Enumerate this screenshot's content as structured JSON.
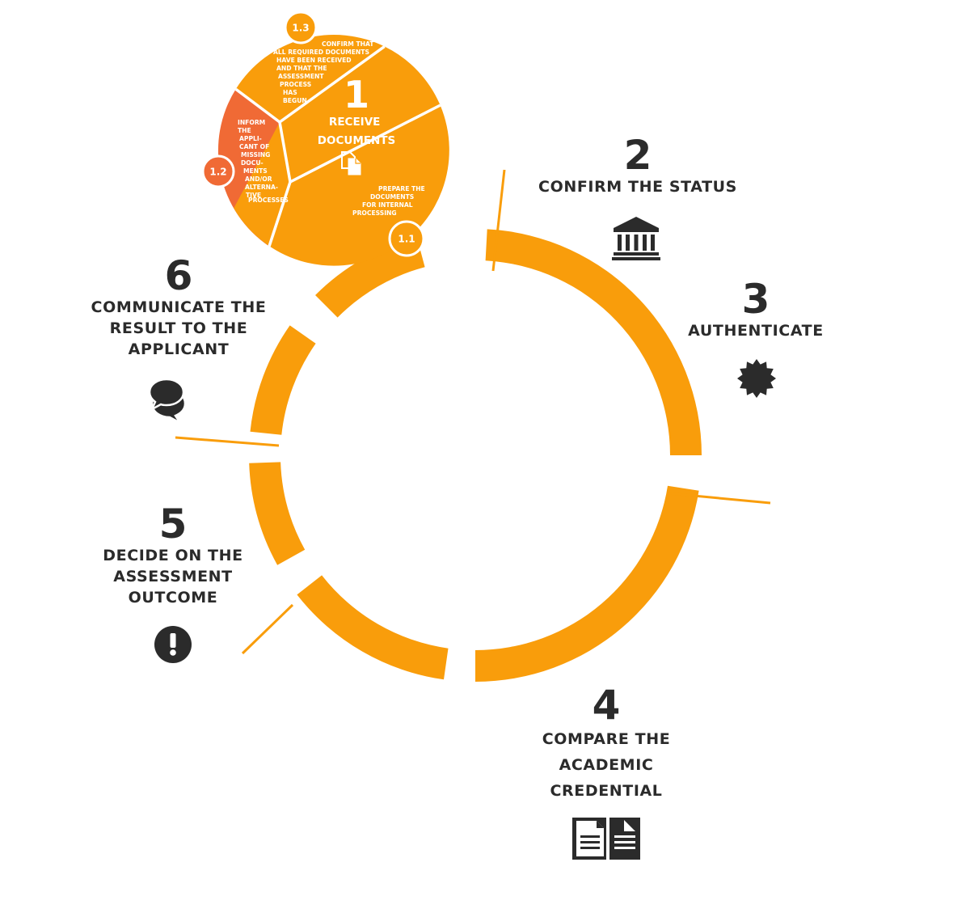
{
  "colors": {
    "orange": "#F99D0B",
    "red_orange": "#F06A35",
    "text_dark": "#2B2B2B",
    "white": "#FFFFFF"
  },
  "step1": {
    "number": "1",
    "title_lines": [
      "RECEIVE",
      "DOCUMENTS"
    ],
    "icon": "documents-icon",
    "sub": {
      "s11": {
        "badge": "1.1",
        "text_lines": [
          "PREPARE THE",
          "DOCUMENTS",
          "FOR INTERNAL",
          "PROCESSING"
        ]
      },
      "s12": {
        "badge": "1.2",
        "text_lines": [
          "INFORM",
          "THE",
          "APPLI-",
          "CANT OF",
          "MISSING",
          "DOCU-",
          "MENTS",
          "AND/OR",
          "ALTERNA-",
          "TIVE",
          "PROCESSES"
        ]
      },
      "s13": {
        "badge": "1.3",
        "text_lines": [
          "CONFIRM THAT",
          "ALL REQUIRED DOCUMENTS",
          "HAVE BEEN RECEIVED",
          "AND THAT THE",
          "ASSESSMENT",
          "PROCESS",
          "HAS",
          "BEGUN"
        ]
      }
    }
  },
  "steps": [
    {
      "number": "2",
      "title_lines": [
        "CONFIRM THE STATUS"
      ],
      "icon": "bank-building-icon"
    },
    {
      "number": "3",
      "title_lines": [
        "AUTHENTICATE"
      ],
      "icon": "seal-badge-icon"
    },
    {
      "number": "4",
      "title_lines": [
        "COMPARE THE",
        "ACADEMIC",
        "CREDENTIAL"
      ],
      "icon": "compare-documents-icon"
    },
    {
      "number": "5",
      "title_lines": [
        "DECIDE ON THE",
        "ASSESSMENT",
        "OUTCOME"
      ],
      "icon": "exclamation-circle-icon"
    },
    {
      "number": "6",
      "title_lines": [
        "COMMUNICATE THE",
        "RESULT TO THE",
        "APPLICANT"
      ],
      "icon": "chat-bubbles-icon"
    }
  ]
}
